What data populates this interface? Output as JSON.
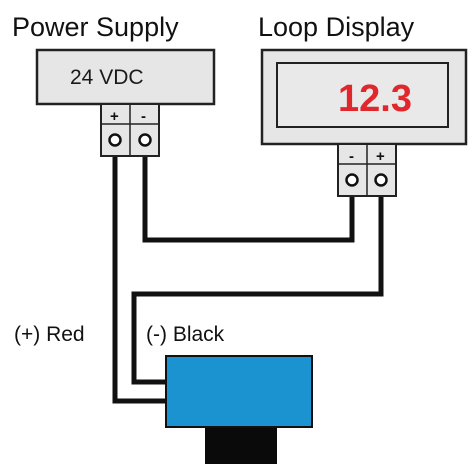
{
  "power_supply": {
    "title": "Power Supply",
    "output_label": "24 VDC",
    "terminal_plus": "+",
    "terminal_minus": "-"
  },
  "loop_display": {
    "title": "Loop Display",
    "reading": "12.3",
    "reading_color": "#e0282c",
    "terminal_minus": "-",
    "terminal_plus": "+"
  },
  "wires": {
    "positive_label": "(+) Red",
    "negative_label": "(-) Black"
  },
  "colors": {
    "device_fill": "#e6e6e6",
    "transmitter_blue": "#1b93d1",
    "wire": "#111111"
  }
}
